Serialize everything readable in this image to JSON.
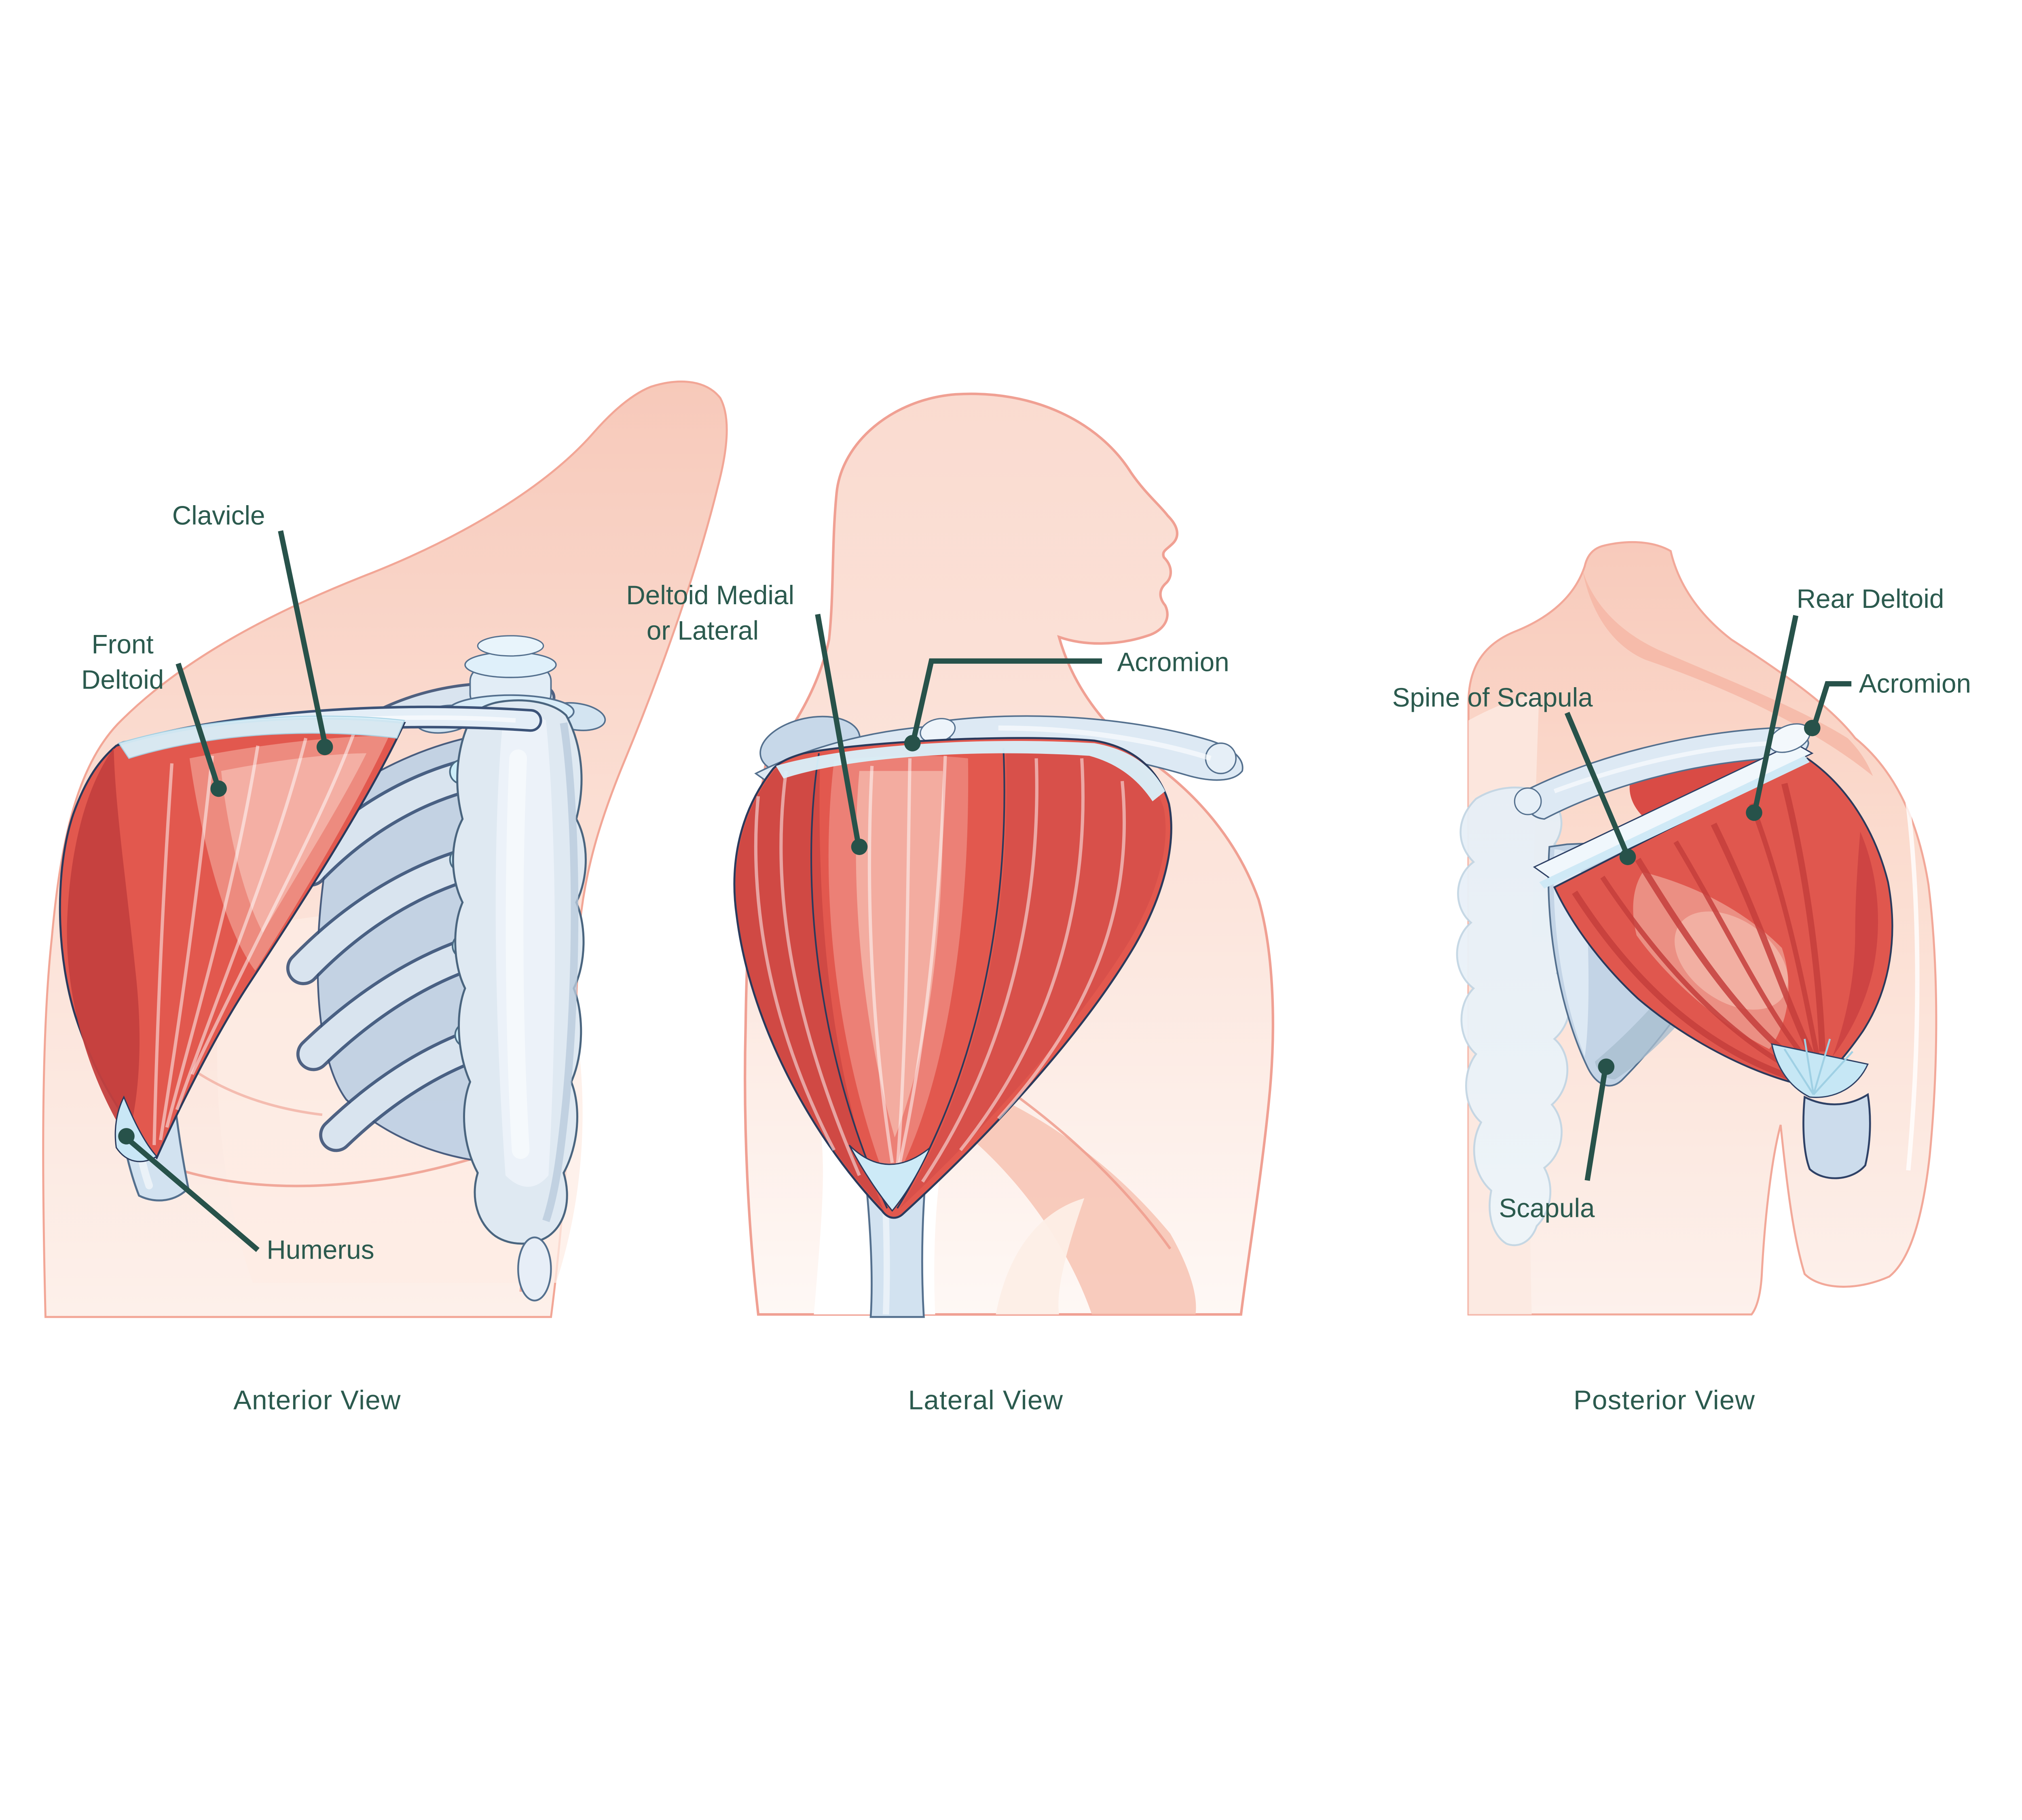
{
  "illustration": {
    "title": "Deltoid shoulder anatomy - three views",
    "colors": {
      "label_text": "#2b5a4e",
      "leader_line": "#27524a",
      "muscle_red": "#e2584e",
      "muscle_dark_red": "#c4403e",
      "muscle_highlight": "#f4b0a5",
      "bone_blue": "#dce8f3",
      "bone_outline": "#54708e",
      "dark_outline": "#2b3a5c",
      "tendon_cyan": "#d8f0fa",
      "skin_peach": "#f8cdbe",
      "skin_light": "#fdeee8",
      "background": "#ffffff"
    },
    "figures": [
      {
        "id": "anterior",
        "caption": "Anterior View",
        "labels": [
          {
            "text": "Clavicle"
          },
          {
            "line1": "Front",
            "line2": "Deltoid"
          },
          {
            "text": "Humerus"
          }
        ]
      },
      {
        "id": "lateral",
        "caption": "Lateral View",
        "labels": [
          {
            "line1": "Deltoid Medial",
            "line2": "or Lateral"
          },
          {
            "text": "Acromion"
          }
        ]
      },
      {
        "id": "posterior",
        "caption": "Posterior View",
        "labels": [
          {
            "text": "Spine of Scapula"
          },
          {
            "text": "Rear Deltoid"
          },
          {
            "text": "Acromion"
          },
          {
            "text": "Scapula"
          }
        ]
      }
    ]
  }
}
